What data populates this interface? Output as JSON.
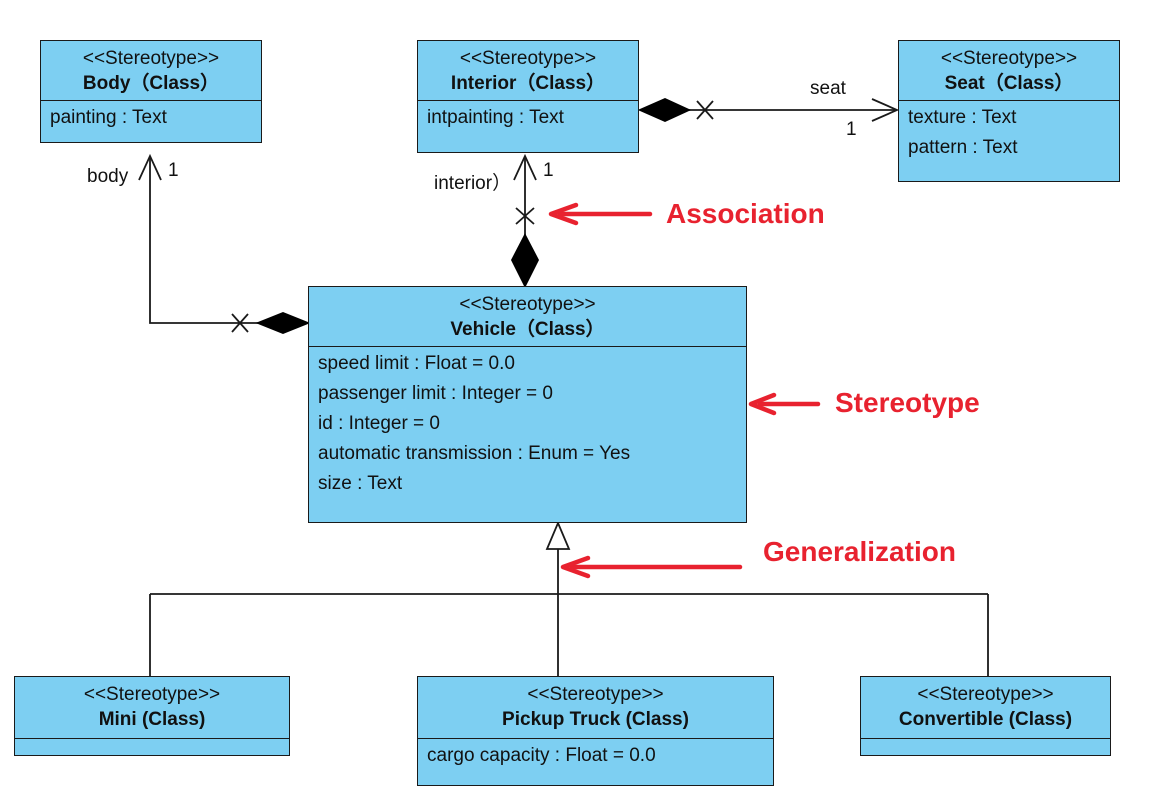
{
  "classes": {
    "body": {
      "stereotype": "<<Stereotype>>",
      "name": "Body（Class）",
      "attributes": [
        "painting : Text"
      ]
    },
    "interior": {
      "stereotype": "<<Stereotype>>",
      "name": "Interior（Class）",
      "attributes": [
        "intpainting : Text"
      ]
    },
    "seat": {
      "stereotype": "<<Stereotype>>",
      "name": "Seat（Class）",
      "attributes": [
        "texture : Text",
        "pattern : Text"
      ]
    },
    "vehicle": {
      "stereotype": "<<Stereotype>>",
      "name": "Vehicle（Class）",
      "attributes": [
        "speed limit : Float = 0.0",
        "passenger limit : Integer = 0",
        "id : Integer = 0",
        "automatic transmission : Enum = Yes",
        "size : Text"
      ]
    },
    "mini": {
      "stereotype": "<<Stereotype>>",
      "name": "Mini (Class)",
      "attributes": []
    },
    "pickup": {
      "stereotype": "<<Stereotype>>",
      "name": "Pickup Truck (Class)",
      "attributes": [
        "cargo capacity : Float = 0.0"
      ]
    },
    "convertible": {
      "stereotype": "<<Stereotype>>",
      "name": "Convertible (Class)",
      "attributes": []
    }
  },
  "edge_labels": {
    "body_role": "body",
    "body_mult": "1",
    "interior_role": "interior）",
    "interior_mult": "1",
    "seat_role": "seat",
    "seat_mult": "1"
  },
  "callouts": {
    "association": "Association",
    "stereotype": "Stereotype",
    "generalization": "Generalization"
  },
  "colors": {
    "class_fill": "#7dcff2",
    "line": "#1a1a1a",
    "callout": "#e8222f"
  }
}
